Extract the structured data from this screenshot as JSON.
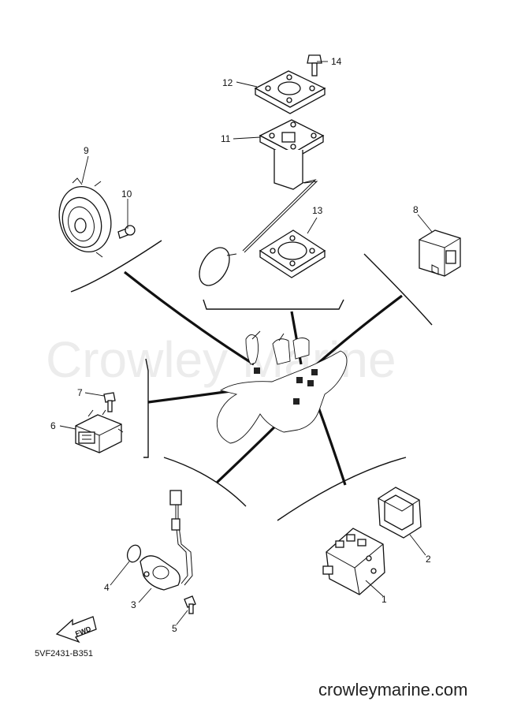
{
  "watermark": "Crowley Marine",
  "footer_url": "crowleymarine.com",
  "diagram_code": "5VF2431-B351",
  "fwd_label": "FWD",
  "parts": [
    {
      "number": "1"
    },
    {
      "number": "2"
    },
    {
      "number": "3"
    },
    {
      "number": "4"
    },
    {
      "number": "5"
    },
    {
      "number": "6"
    },
    {
      "number": "7"
    },
    {
      "number": "8"
    },
    {
      "number": "9"
    },
    {
      "number": "10"
    },
    {
      "number": "11"
    },
    {
      "number": "12"
    },
    {
      "number": "13"
    },
    {
      "number": "14"
    }
  ]
}
